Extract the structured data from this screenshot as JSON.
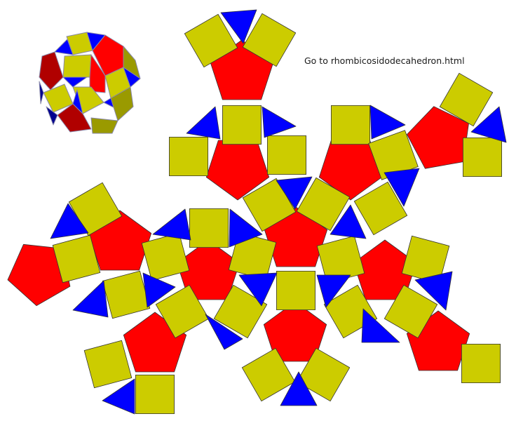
{
  "link": {
    "label": "Go to rhombicosidodecahedron.html"
  },
  "colors": {
    "pentagon": "#ff0000",
    "square": "#cccc00",
    "triangle": "#0000ff",
    "edge": "#333333",
    "sphere_edge": "#8888aa"
  },
  "net": {
    "face_counts": {
      "pentagon": 12,
      "square": 30,
      "triangle": 20
    }
  }
}
